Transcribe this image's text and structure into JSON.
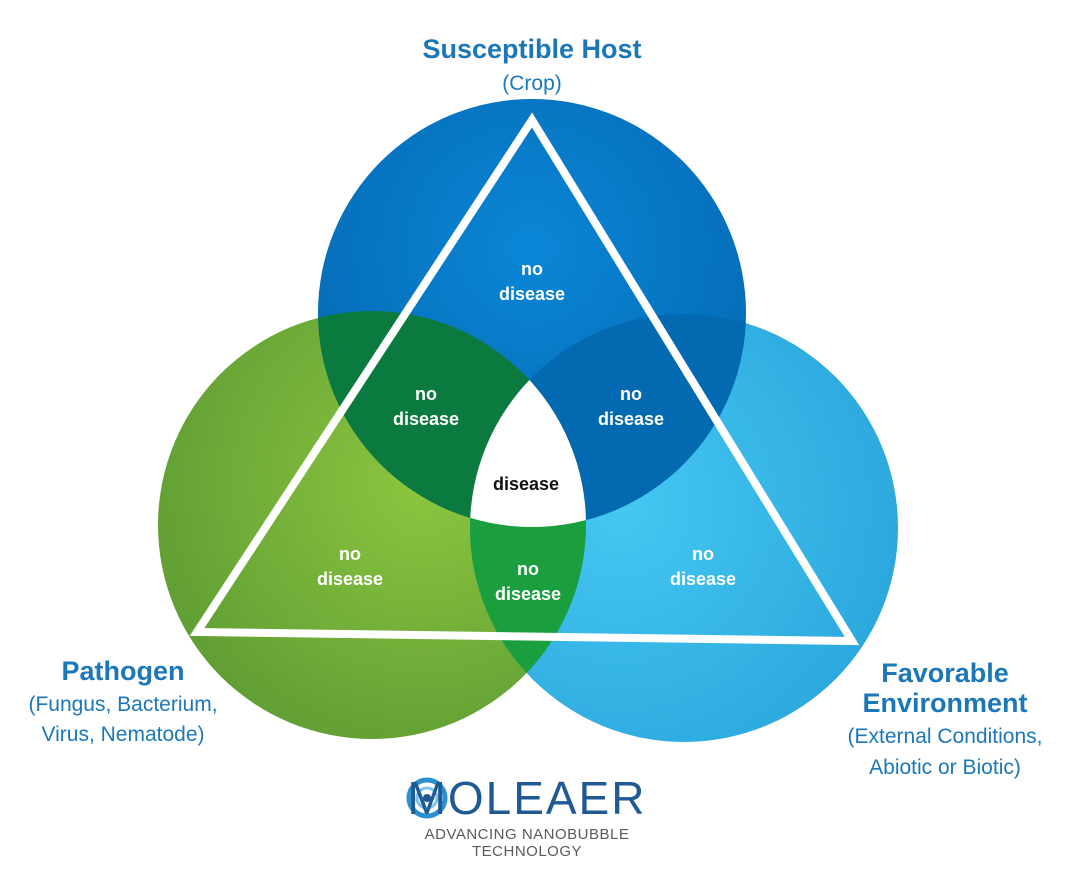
{
  "host": {
    "title": "Susceptible Host",
    "subtitle": "(Crop)"
  },
  "pathogen": {
    "title": "Pathogen",
    "subtitle_1": "(Fungus, Bacterium,",
    "subtitle_2": "Virus, Nematode)"
  },
  "environment": {
    "title_1": "Favorable",
    "title_2": "Environment",
    "subtitle_1": "(External Conditions,",
    "subtitle_2": "Abiotic or Biotic)"
  },
  "regions": {
    "host_only": [
      "no",
      "disease"
    ],
    "pathogen_only": [
      "no",
      "disease"
    ],
    "environment_only": [
      "no",
      "disease"
    ],
    "host_pathogen": [
      "no",
      "disease"
    ],
    "host_environment": [
      "no",
      "disease"
    ],
    "pathogen_environment": [
      "no",
      "disease"
    ],
    "center": "disease"
  },
  "logo": {
    "wordmark": "MOLEAER",
    "tagline": "ADVANCING NANOBUBBLE TECHNOLOGY"
  },
  "colors": {
    "host": "#0a7ccb",
    "pathogen": "#79bb41",
    "environment": "#3ec4ef",
    "host_pathogen": "#0b7a3e",
    "host_environment": "#0369b1",
    "pathogen_environment": "#1a9e3e",
    "center": "#ffffff",
    "title_text": "#1c77b8"
  }
}
